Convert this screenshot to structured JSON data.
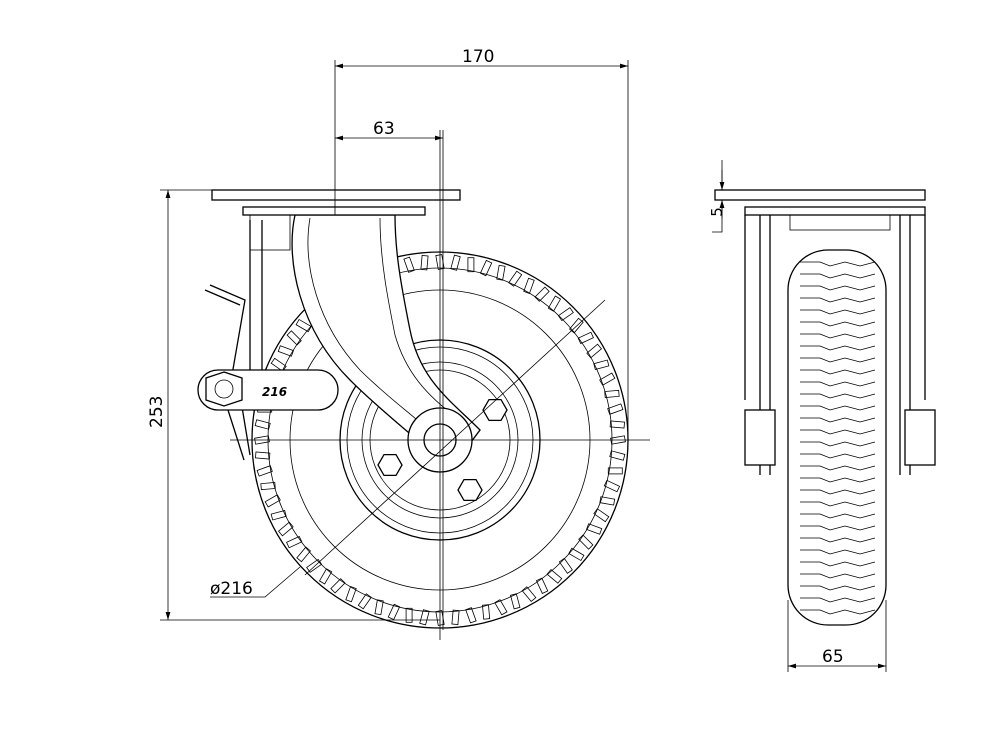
{
  "dimensions": {
    "overall_width": "170",
    "offset": "63",
    "overall_height": "253",
    "wheel_diameter": "ø216",
    "plate_thickness": "5",
    "wheel_width": "65"
  },
  "arm_marking": "216"
}
